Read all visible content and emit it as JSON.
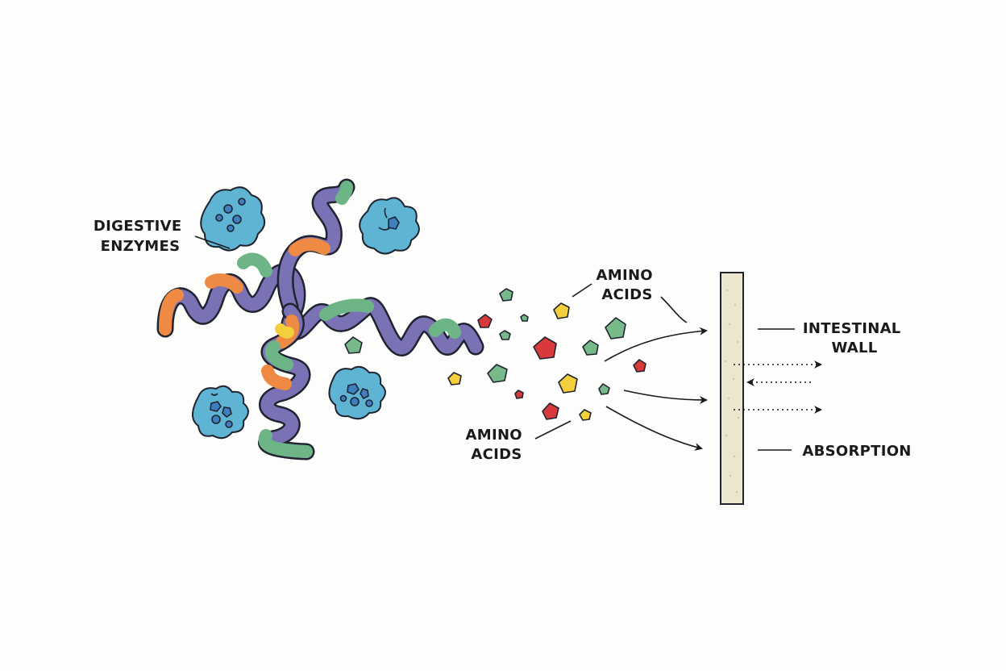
{
  "labels": {
    "digestive_enzymes": [
      "DIGESTIVE",
      "ENZYMES"
    ],
    "amino_acids_top": [
      "AMINO",
      "ACIDS"
    ],
    "amino_acids_bottom": [
      "AMINO",
      "ACIDS"
    ],
    "intestinal_wall": [
      "INTESTINAL",
      "WALL"
    ],
    "absorption": "ABSORPTION"
  },
  "colors": {
    "chain_purple": "#7b72b6",
    "chain_orange": "#ef8a44",
    "chain_green": "#6db487",
    "enzyme_blue": "#5fb4d3",
    "enzyme_granule": "#3f7fc0",
    "aa_red": "#d8393b",
    "aa_yellow": "#f4cf3c",
    "aa_green": "#78b98a",
    "wall_fill": "#ece6cf",
    "ink": "#1f2430"
  }
}
